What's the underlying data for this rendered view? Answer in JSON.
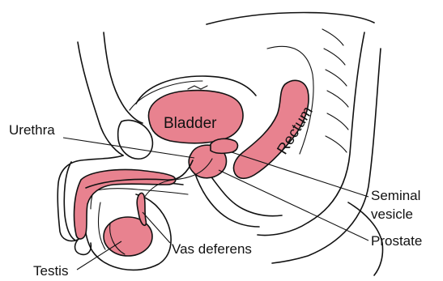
{
  "labels": {
    "urethra": "Urethra",
    "bladder": "Bladder",
    "rectum": "Rectum",
    "seminal_vesicle_line1": "Seminal",
    "seminal_vesicle_line2": "vesicle",
    "prostate": "Prostate",
    "vas_deferens": "Vas deferens",
    "testis": "Testis"
  },
  "colors": {
    "organ_fill": "#e8828f",
    "line": "#111111",
    "background": "#ffffff"
  }
}
